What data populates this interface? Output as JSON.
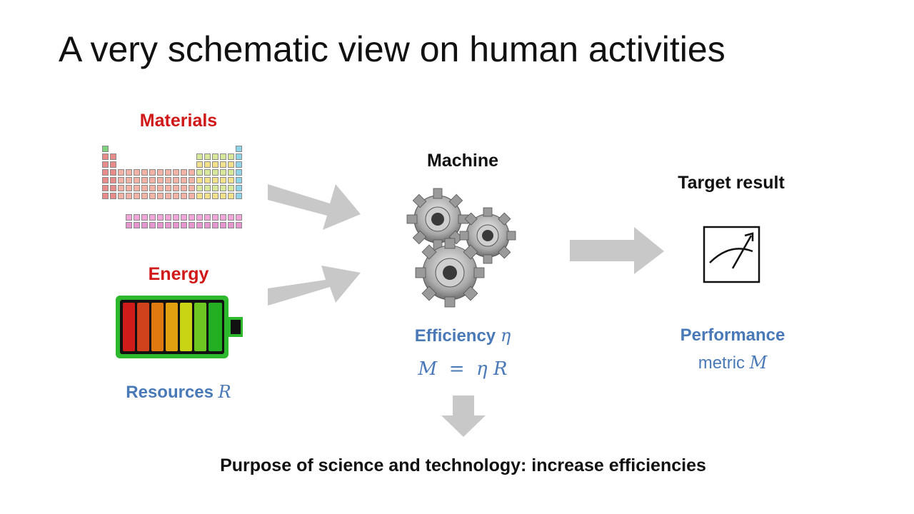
{
  "title": "A very schematic view on human activities",
  "inputs": {
    "materials_label": "Materials",
    "energy_label": "Energy",
    "resources_label": "Resources",
    "resources_symbol": "R"
  },
  "machine": {
    "label": "Machine",
    "efficiency_label": "Efficiency",
    "efficiency_symbol": "η",
    "equation": "M  =  η R"
  },
  "output": {
    "label": "Target result",
    "performance_label": "Performance",
    "metric_label": "metric",
    "metric_symbol": "M"
  },
  "footer": "Purpose of science and technology: increase efficiencies",
  "colors": {
    "red_label": "#d01818",
    "blue_label": "#4a79b8",
    "arrow_gray": "#c8c8c8",
    "battery_green": "#2db82d"
  },
  "icons": [
    "periodic-table-icon",
    "battery-icon",
    "gears-icon",
    "gauge-icon"
  ]
}
